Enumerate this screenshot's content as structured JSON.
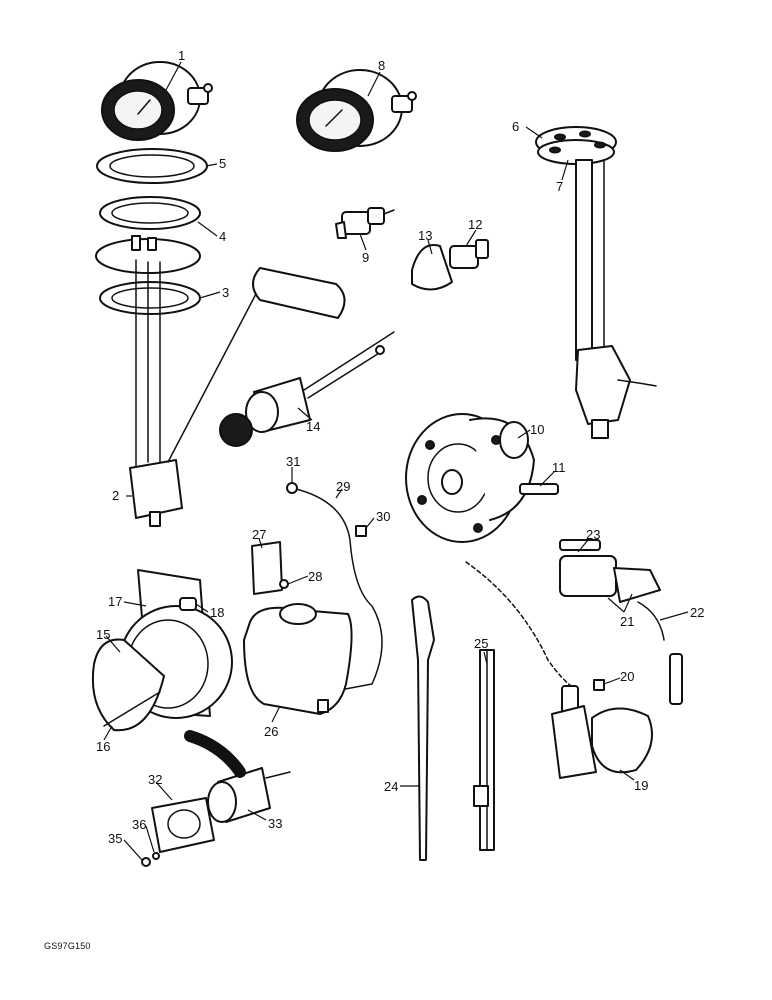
{
  "diagram": {
    "figure_ref": "GS97G150",
    "callouts": [
      "1",
      "2",
      "3",
      "4",
      "5",
      "6",
      "7",
      "8",
      "9",
      "10",
      "11",
      "12",
      "13",
      "14",
      "15",
      "16",
      "17",
      "18",
      "19",
      "20",
      "21",
      "22",
      "23",
      "24",
      "25",
      "26",
      "27",
      "28",
      "29",
      "30",
      "31",
      "32",
      "33",
      "35",
      "36"
    ]
  }
}
